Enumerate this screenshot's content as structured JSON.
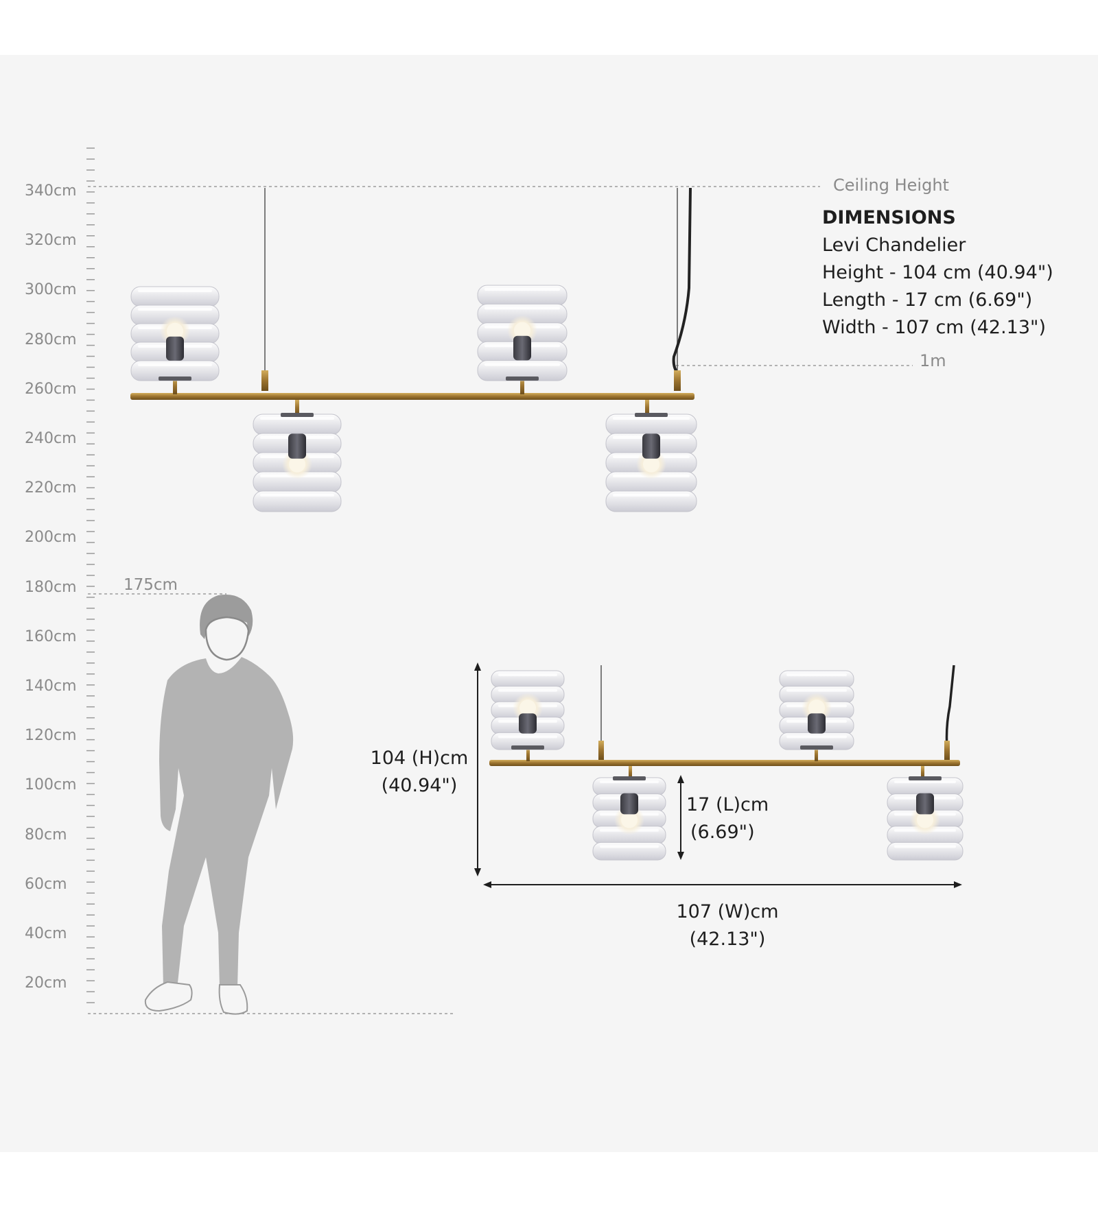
{
  "scale": {
    "unit": "cm",
    "labels": [
      "340cm",
      "320cm",
      "300cm",
      "280cm",
      "260cm",
      "240cm",
      "220cm",
      "200cm",
      "180cm",
      "160cm",
      "140cm",
      "120cm",
      "100cm",
      "80cm",
      "60cm",
      "40cm",
      "20cm"
    ]
  },
  "annotations": {
    "ceiling": "Ceiling Height",
    "drop": "1m",
    "person_height": "175cm"
  },
  "dimensions": {
    "heading": "DIMENSIONS",
    "product": "Levi Chandelier",
    "height": "Height - 104 cm (40.94\")",
    "length": "Length - 17 cm (6.69\")",
    "width": "Width -  107 cm (42.13\")"
  },
  "measures": {
    "h_line1": "104 (H)cm",
    "h_line2": "(40.94\")",
    "l_line1": "17 (L)cm",
    "l_line2": "(6.69\")",
    "w_line1": "107 (W)cm",
    "w_line2": "(42.13\")"
  },
  "colors": {
    "panel": "#f5f5f5",
    "brass": "#a8823a",
    "glass": "#e8e8ea",
    "figure": "#b3b3b3",
    "text": "#1e1e1e",
    "muted": "#8a8a8a"
  }
}
